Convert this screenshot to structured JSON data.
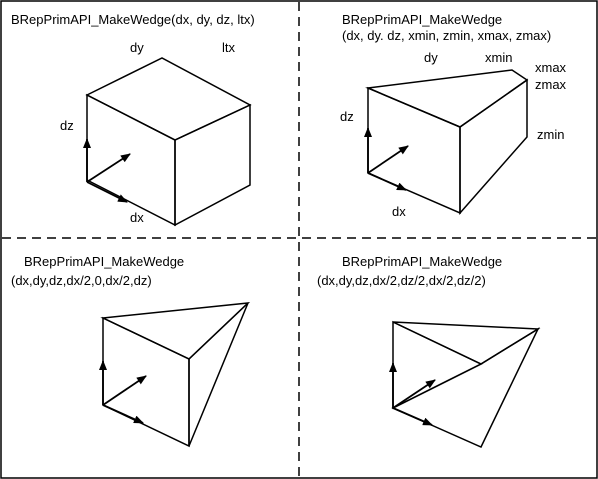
{
  "panels": [
    {
      "title": "BRepPrimAPI_MakeWedge(dx, dy, dz, ltx)",
      "labels": {
        "dy": "dy",
        "ltx": "ltx",
        "dz": "dz",
        "dx": "dx"
      }
    },
    {
      "title": "BRepPrimAPI_MakeWedge",
      "subtitle": "(dx, dy. dz, xmin, zmin, xmax, zmax)",
      "labels": {
        "dy": "dy",
        "xmin": "xmin",
        "xmax": "xmax",
        "zmax": "zmax",
        "dz": "dz",
        "zmin": "zmin",
        "dx": "dx"
      }
    },
    {
      "title": "BRepPrimAPI_MakeWedge",
      "subtitle": "(dx,dy,dz,dx/2,0,dx/2,dz)"
    },
    {
      "title": "BRepPrimAPI_MakeWedge",
      "subtitle": "(dx,dy,dz,dx/2,dz/2,dx/2,dz/2)"
    }
  ],
  "colors": {
    "line": "#000000",
    "background": "#ffffff"
  }
}
